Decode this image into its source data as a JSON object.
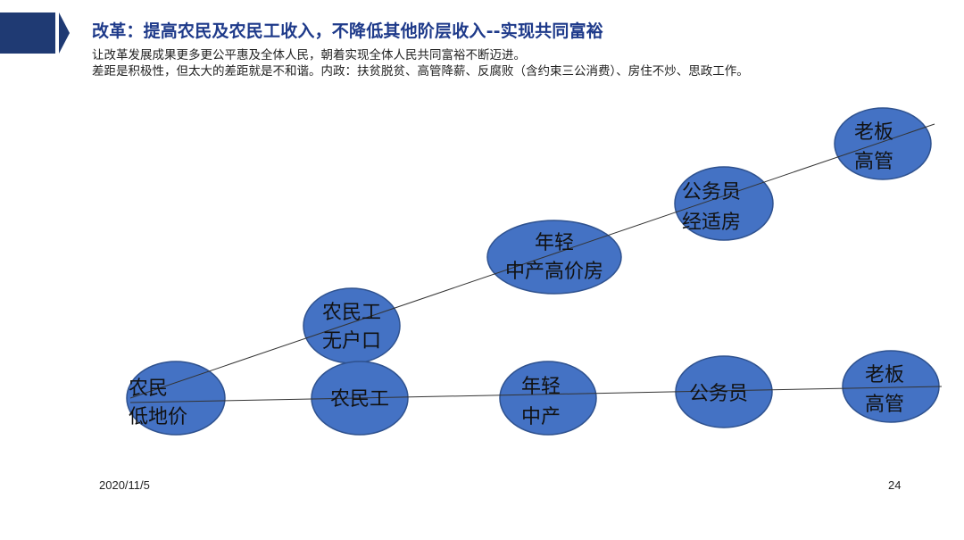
{
  "slide": {
    "title": "改革：提高农民及农民工收入，不降低其他阶层收入--实现共同富裕",
    "paragraphs": [
      "让改革发展成果更多更公平惠及全体人民，朝着实现全体人民共同富裕不断迈进。",
      "差距是积极性，但太大的差距就是不和谐。内政：扶贫脱贫、高管降薪、反腐败（含约束三公消费）、房住不炒、思政工作。"
    ],
    "date": "2020/11/5",
    "page_number": "24"
  },
  "colors": {
    "node_fill": "#4472c4",
    "node_stroke": "#2f528f",
    "title": "#1e3a8a",
    "corner_tab": "#1f3a73"
  },
  "diagram": {
    "rising_row": [
      {
        "line1": "农民工",
        "line2": "无户口"
      },
      {
        "line1": "年轻",
        "line2": "中产高价房"
      },
      {
        "line1": "公务员",
        "line2": "经适房"
      },
      {
        "line1": "老板",
        "line2": "高管"
      }
    ],
    "flat_row": [
      {
        "line1": "农民",
        "line2": "低地价"
      },
      {
        "line1": "农民工",
        "line2": ""
      },
      {
        "line1": "年轻",
        "line2": "中产"
      },
      {
        "line1": "公务员",
        "line2": ""
      },
      {
        "line1": "老板",
        "line2": "高管"
      }
    ]
  }
}
